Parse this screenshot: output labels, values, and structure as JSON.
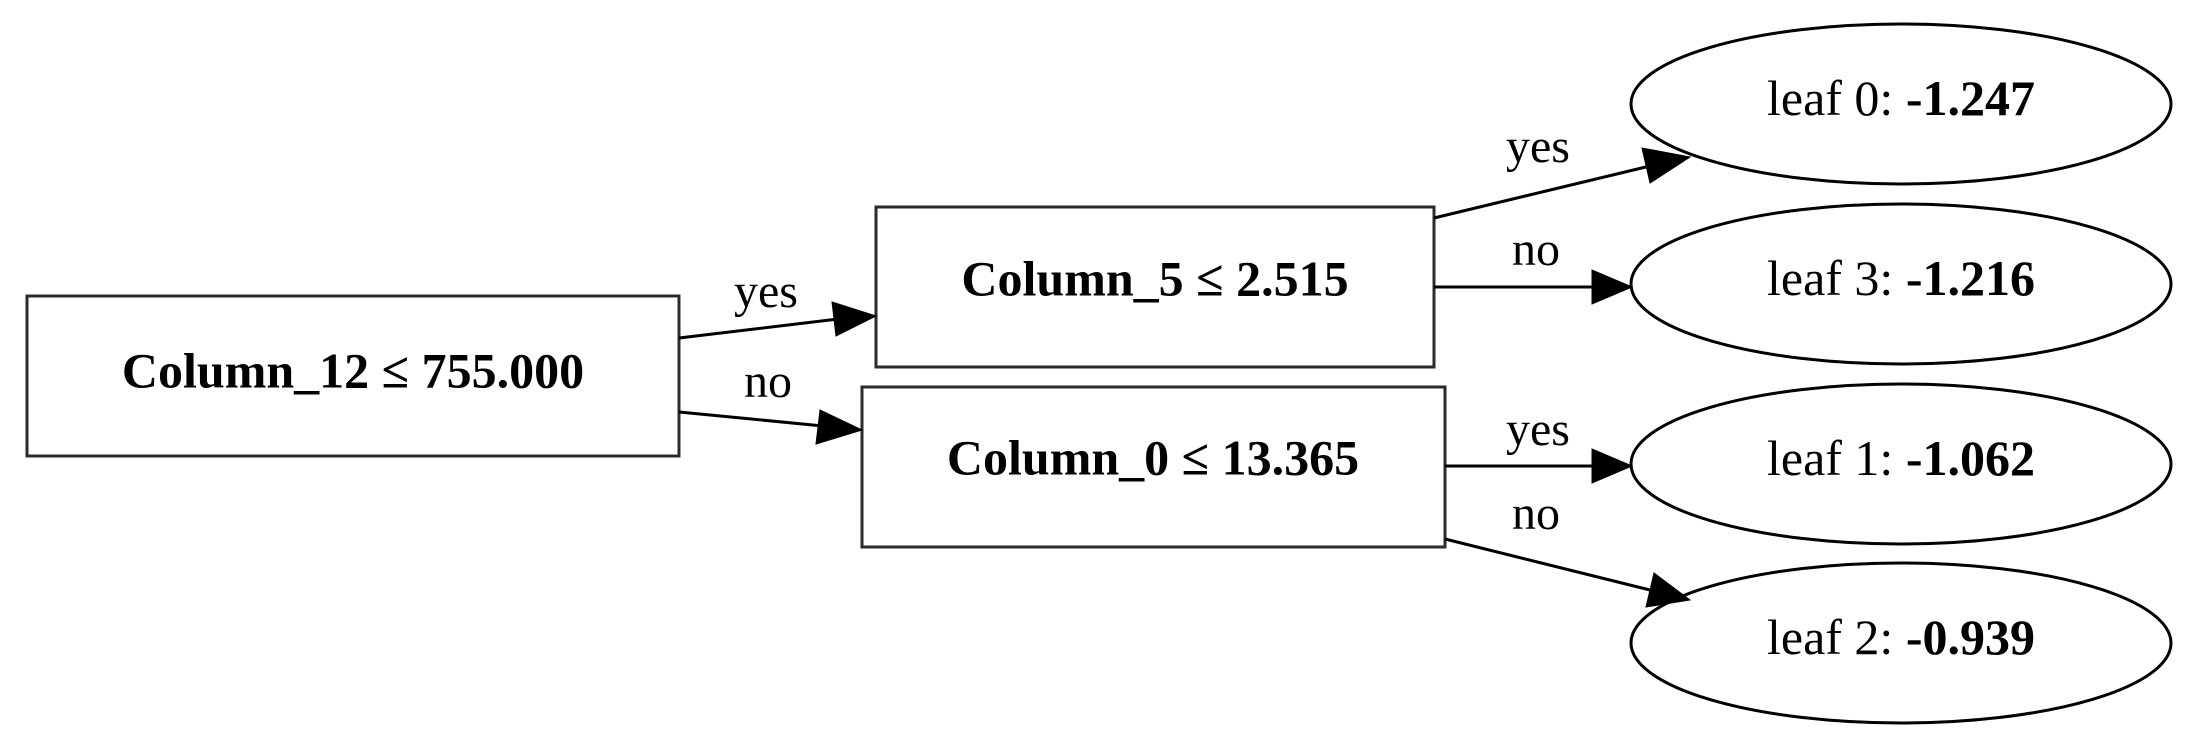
{
  "diagram": {
    "nodes": {
      "root": {
        "label": "Column_12 ≤ 755.000"
      },
      "split_a": {
        "label": "Column_5 ≤ 2.515"
      },
      "split_b": {
        "label": "Column_0 ≤  13.365"
      }
    },
    "leaves": {
      "leaf0": {
        "label": "leaf 0: ",
        "value": "-1.247"
      },
      "leaf3": {
        "label": "leaf 3: ",
        "value": "-1.216"
      },
      "leaf1": {
        "label": "leaf 1: ",
        "value": "-1.062"
      },
      "leaf2": {
        "label": "leaf 2: ",
        "value": "-0.939"
      }
    },
    "edge_labels": {
      "root_yes": "yes",
      "root_no": "no",
      "a_yes": "yes",
      "a_no": "no",
      "b_yes": "yes",
      "b_no": "no"
    }
  }
}
